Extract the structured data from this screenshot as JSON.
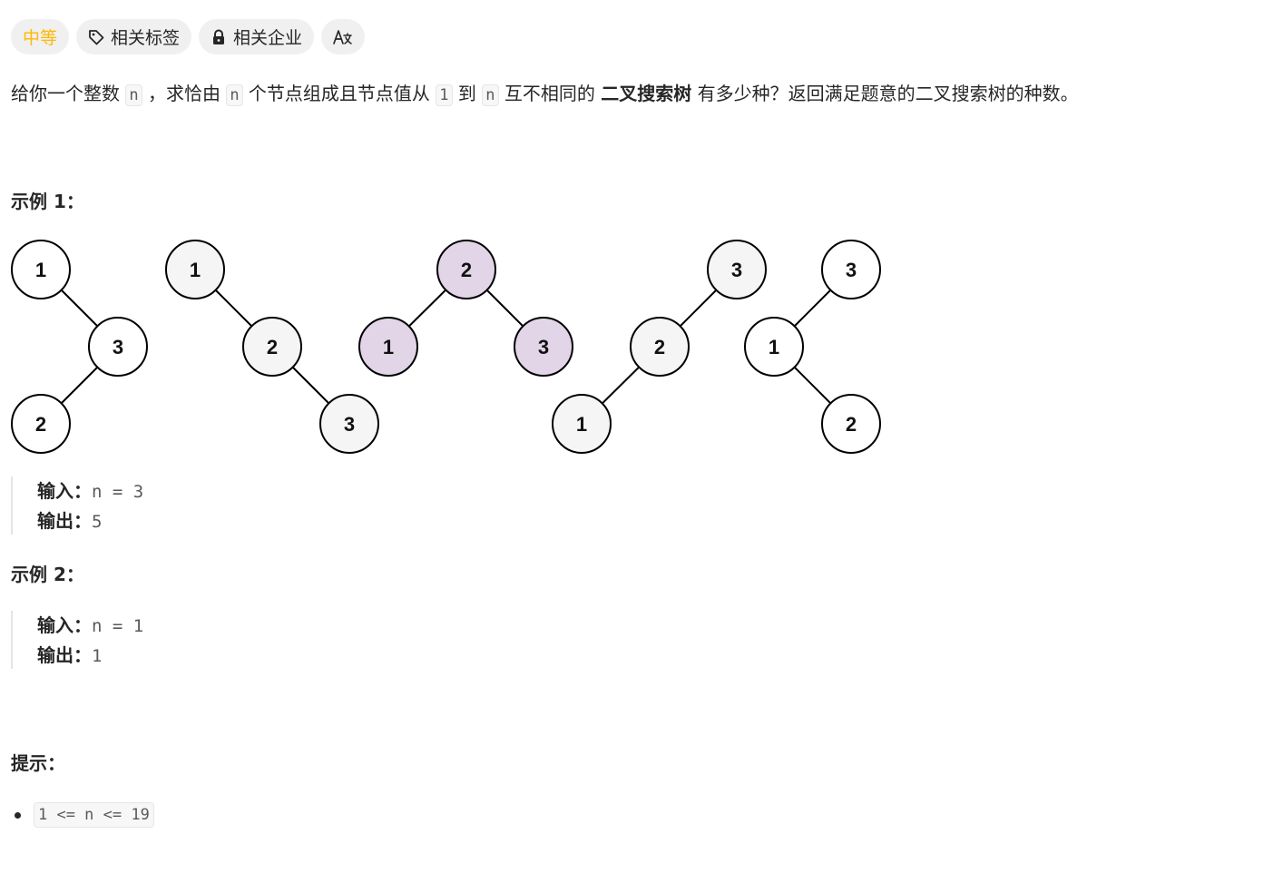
{
  "tags": {
    "difficulty": "中等",
    "related_tags": "相关标签",
    "related_companies": "相关企业",
    "translate_icon": "translate-icon",
    "tag_icon": "tag-icon",
    "lock_icon": "lock-icon",
    "difficulty_color": "#ffb800"
  },
  "statement": {
    "p1": "给你一个整数 ",
    "code_n1": "n",
    "p2": " ，求恰由 ",
    "code_n2": "n",
    "p3": " 个节点组成且节点值从 ",
    "code_1": "1",
    "p4": " 到 ",
    "code_n3": "n",
    "p5": " 互不相同的 ",
    "bold": "二叉搜索树",
    "p6": " 有多少种？返回满足题意的二叉搜索树的种数。"
  },
  "example1": {
    "heading": "示例 1：",
    "input_label": "输入：",
    "input_value": "n = 3",
    "output_label": "输出：",
    "output_value": "5",
    "trees": [
      {
        "nodes": [
          {
            "label": "1"
          },
          {
            "label": "3"
          },
          {
            "label": "2"
          }
        ],
        "fill": "#ffffff"
      },
      {
        "nodes": [
          {
            "label": "1"
          },
          {
            "label": "2"
          },
          {
            "label": "3"
          }
        ],
        "fill": "#f5f5f5"
      },
      {
        "nodes": [
          {
            "label": "2"
          },
          {
            "label": "1"
          },
          {
            "label": "3"
          }
        ],
        "fill": "#e1d5e7"
      },
      {
        "nodes": [
          {
            "label": "3"
          },
          {
            "label": "2"
          },
          {
            "label": "1"
          }
        ],
        "fill": "#f5f5f5"
      },
      {
        "nodes": [
          {
            "label": "3"
          },
          {
            "label": "1"
          },
          {
            "label": "2"
          }
        ],
        "fill": "#ffffff"
      }
    ]
  },
  "example2": {
    "heading": "示例 2：",
    "input_label": "输入：",
    "input_value": "n = 1",
    "output_label": "输出：",
    "output_value": "1"
  },
  "hints": {
    "heading": "提示：",
    "items": [
      "1 <= n <= 19"
    ]
  }
}
